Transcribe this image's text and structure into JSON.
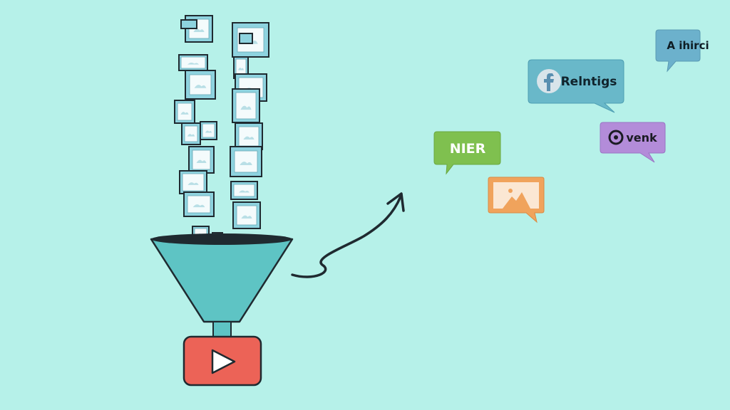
{
  "colors": {
    "background": "#b6f1e9",
    "outline": "#1f2a30",
    "thumbnail_fill": "#8ed3df",
    "thumbnail_inner": "#f4fbfc",
    "funnel": "#5ec4c4",
    "funnel_rim": "#1f2a30",
    "play_button": "#ec6357",
    "play_icon": "#ffffff",
    "bubble_blue": "#69b8c9",
    "bubble_slate": "#6cb1cc",
    "bubble_green": "#7fc04f",
    "bubble_purple": "#b38cd9",
    "bubble_orange": "#f0a35c"
  },
  "bubbles": [
    {
      "id": "bubble-a-ihirci",
      "label": "A ihirci",
      "color_key": "bubble_slate",
      "icon": "none"
    },
    {
      "id": "bubble-relntigs",
      "label": "Relntigs",
      "color_key": "bubble_blue",
      "icon": "facebook-logo-icon"
    },
    {
      "id": "bubble-nier",
      "label": "NIER",
      "color_key": "bubble_green",
      "icon": "none"
    },
    {
      "id": "bubble-venk",
      "label": "venk",
      "color_key": "bubble_purple",
      "icon": "circle-logo-icon"
    },
    {
      "id": "bubble-image",
      "label": "",
      "color_key": "bubble_orange",
      "icon": "mountain-image-icon"
    }
  ],
  "funnel": {
    "icon": "play-button-icon"
  },
  "thumbnail_count": 21
}
